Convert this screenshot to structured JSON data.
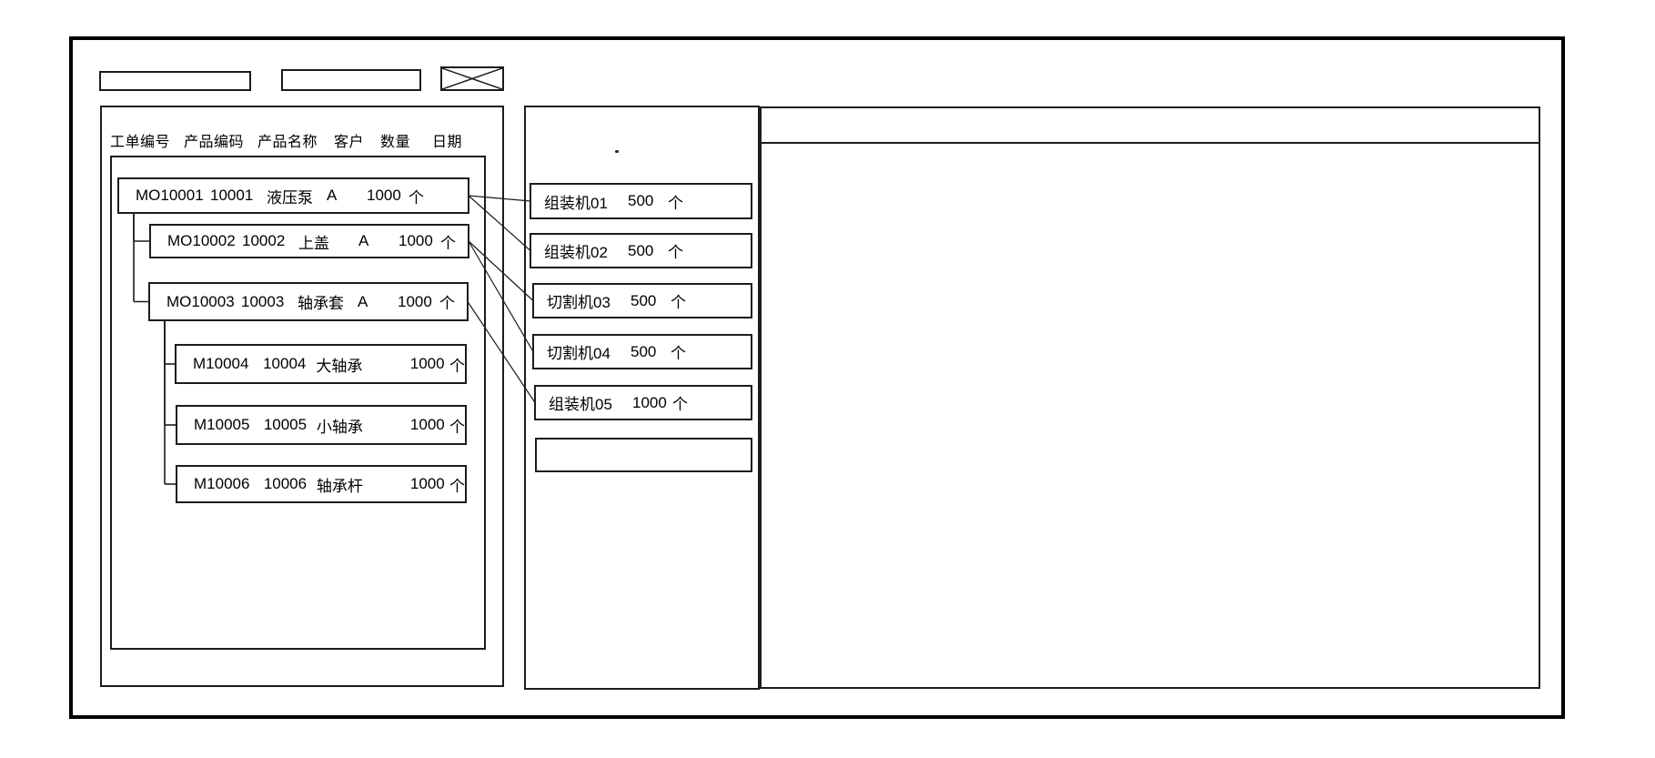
{
  "left_panel": {
    "columns": [
      "工单编号",
      "产品编码",
      "产品名称",
      "客户",
      "数量",
      "日期"
    ],
    "work_orders": [
      {
        "order_no": "MO10001",
        "product_code": "10001",
        "product_name": "液压泵",
        "customer": "A",
        "qty": "1000",
        "unit": "个"
      },
      {
        "order_no": "MO10002",
        "product_code": "10002",
        "product_name": "上盖",
        "customer": "A",
        "qty": "1000",
        "unit": "个"
      },
      {
        "order_no": "MO10003",
        "product_code": "10003",
        "product_name": "轴承套",
        "customer": "A",
        "qty": "1000",
        "unit": "个"
      },
      {
        "order_no": "M10004",
        "product_code": "10004",
        "product_name": "大轴承",
        "customer": "",
        "qty": "1000",
        "unit": "个"
      },
      {
        "order_no": "M10005",
        "product_code": "10005",
        "product_name": "小轴承",
        "customer": "",
        "qty": "1000",
        "unit": "个"
      },
      {
        "order_no": "M10006",
        "product_code": "10006",
        "product_name": "轴承杆",
        "customer": "",
        "qty": "1000",
        "unit": "个"
      }
    ],
    "tree_edges": [
      {
        "parent": 0,
        "child": 1
      },
      {
        "parent": 0,
        "child": 2
      },
      {
        "parent": 2,
        "child": 3
      },
      {
        "parent": 2,
        "child": 4
      },
      {
        "parent": 2,
        "child": 5
      }
    ]
  },
  "machine_panel": {
    "machines": [
      {
        "name": "组装机01",
        "qty": "500",
        "unit": "个"
      },
      {
        "name": "组装机02",
        "qty": "500",
        "unit": "个"
      },
      {
        "name": "切割机03",
        "qty": "500",
        "unit": "个"
      },
      {
        "name": "切割机04",
        "qty": "500",
        "unit": "个"
      },
      {
        "name": "组装机05",
        "qty": "1000",
        "unit": "个"
      },
      {
        "name": "",
        "qty": "",
        "unit": ""
      }
    ]
  },
  "assignments": [
    {
      "work_order": 0,
      "machine": 0
    },
    {
      "work_order": 0,
      "machine": 1
    },
    {
      "work_order": 1,
      "machine": 2
    },
    {
      "work_order": 1,
      "machine": 3
    },
    {
      "work_order": 2,
      "machine": 4
    }
  ],
  "colors": {
    "line": "#1c1c1c",
    "background": "#ffffff"
  }
}
